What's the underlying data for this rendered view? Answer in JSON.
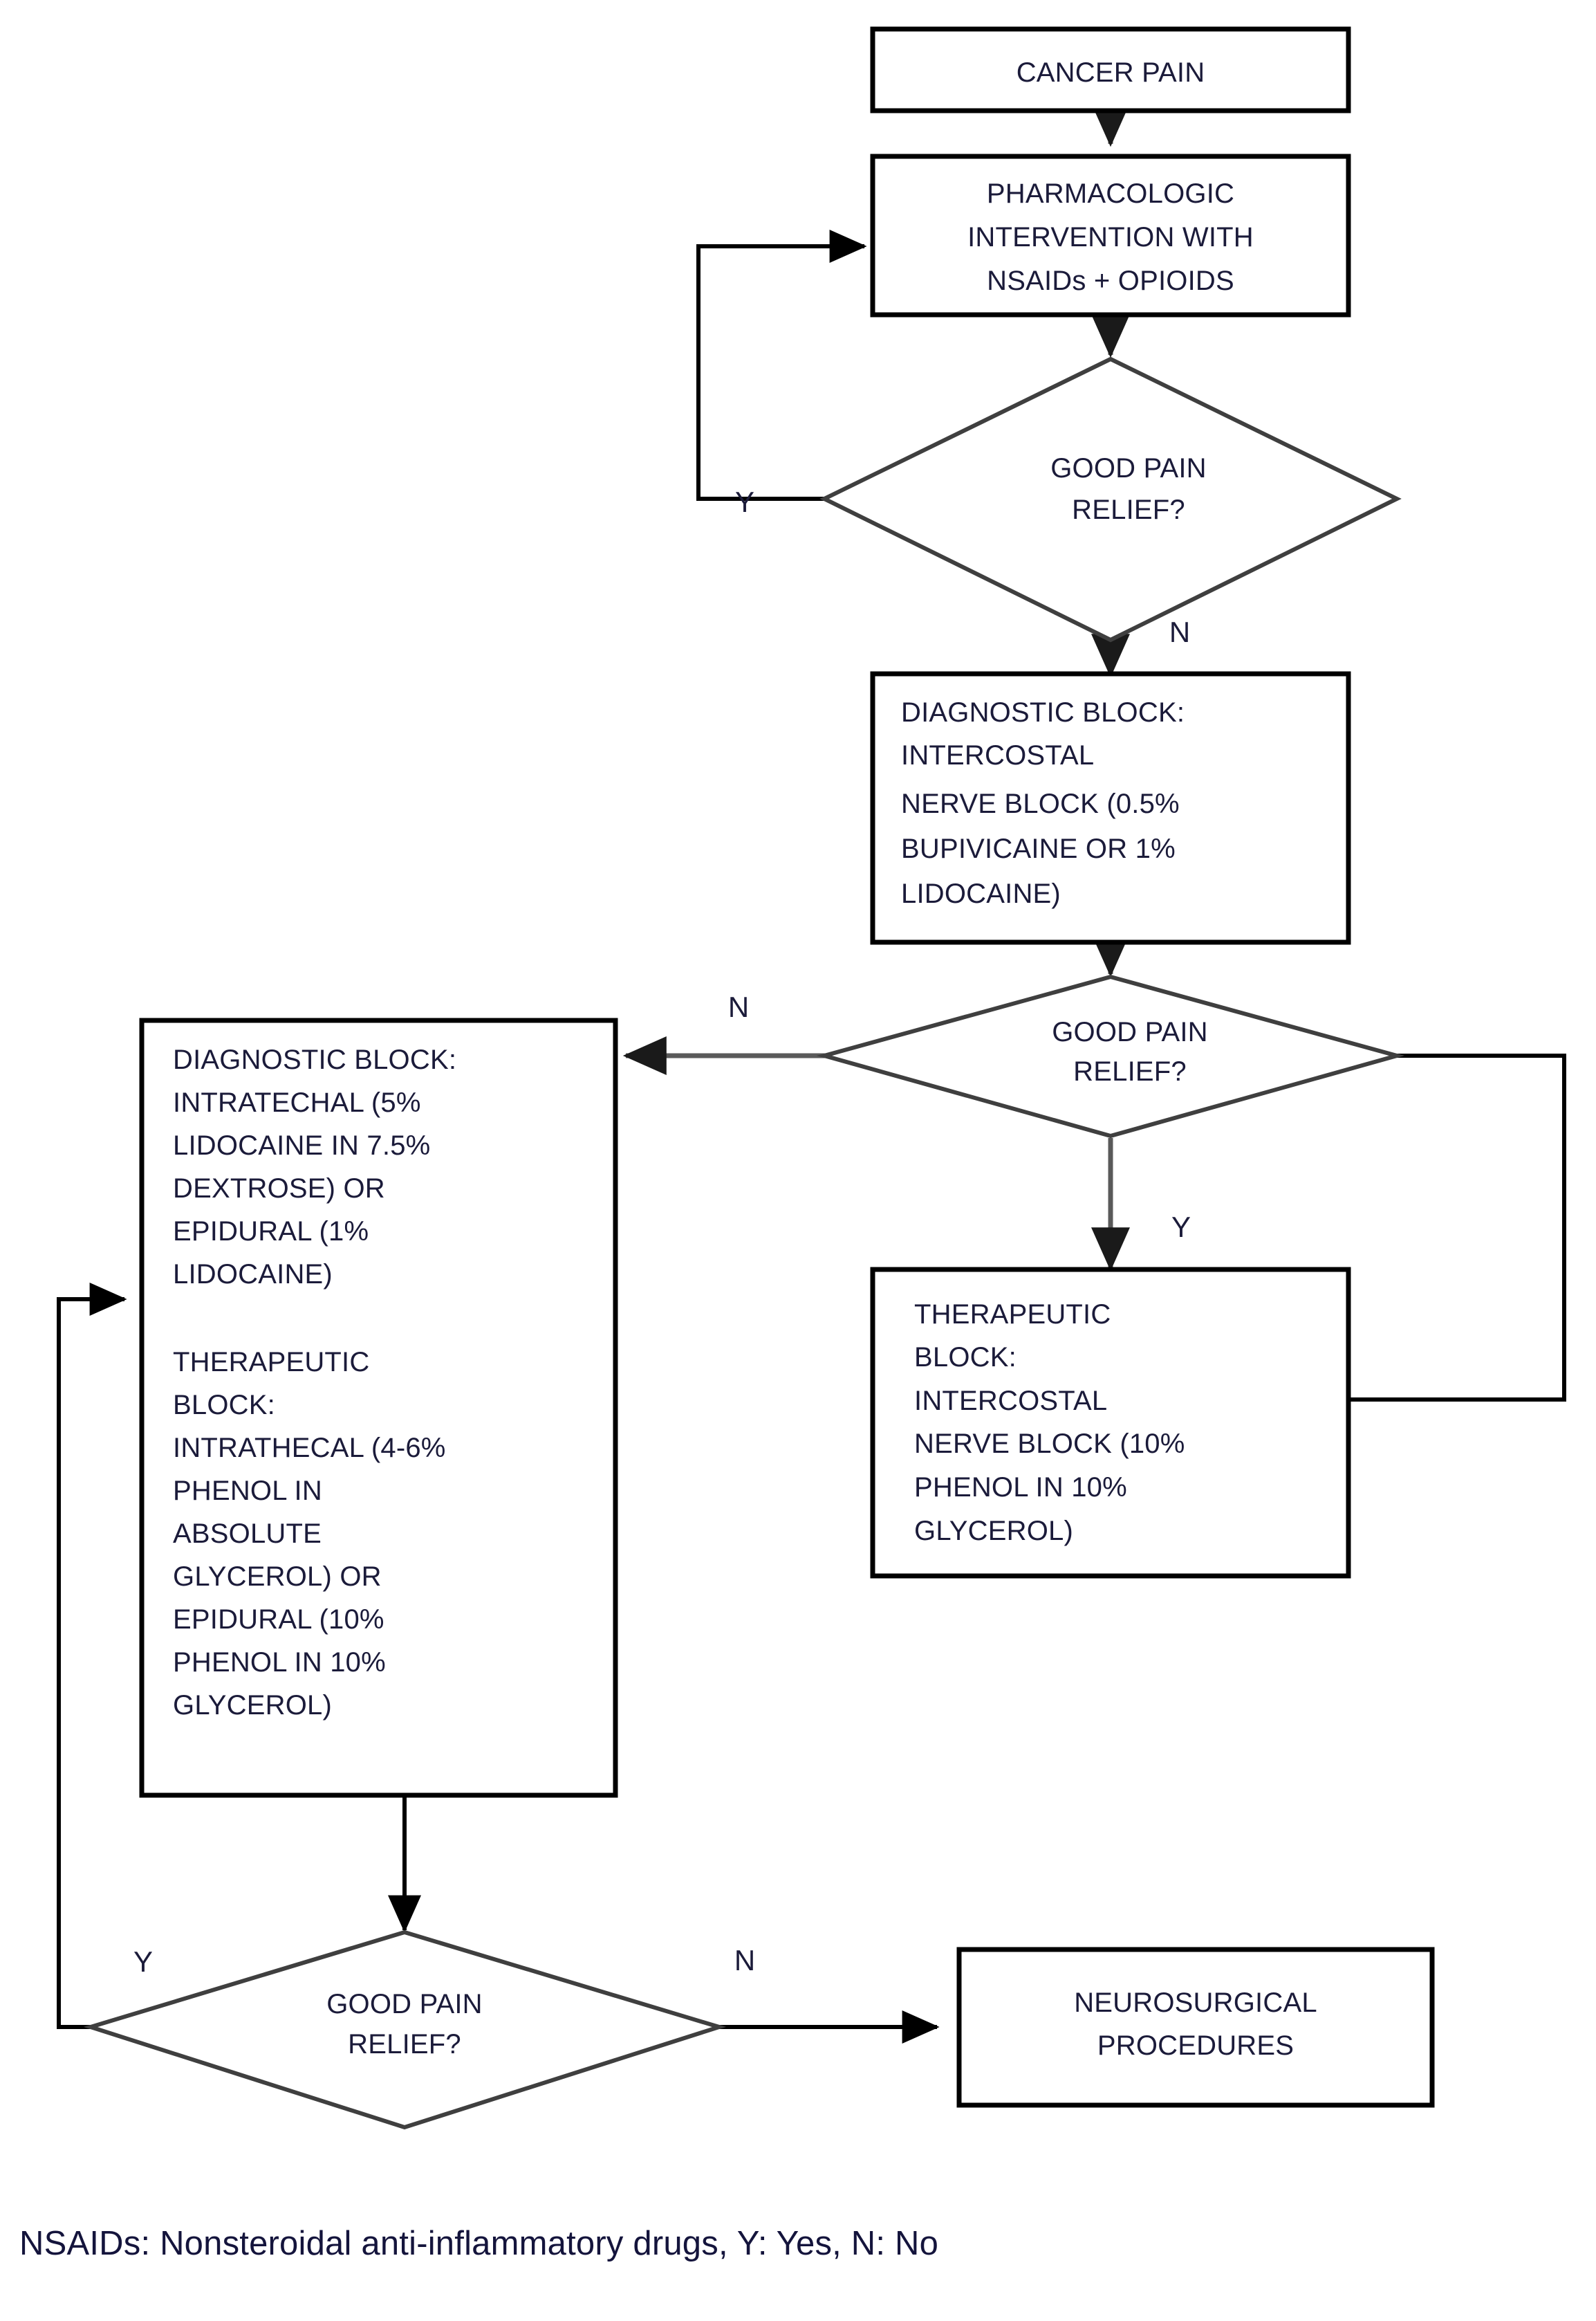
{
  "diagram": {
    "title": "Cancer pain management algorithm",
    "type": "flowchart",
    "colors": {
      "box_stroke": "#000000",
      "diamond_stroke": "#3f3f3f",
      "text": "#1b1b3a",
      "background": "#ffffff"
    },
    "nodes": {
      "cancer_pain": {
        "shape": "rect",
        "lines": [
          "CANCER PAIN"
        ]
      },
      "pharmacologic": {
        "shape": "rect",
        "lines": [
          "PHARMACOLOGIC",
          "INTERVENTION WITH",
          "NSAIDs + OPIOIDS"
        ]
      },
      "decision_1": {
        "shape": "diamond",
        "lines": [
          "GOOD PAIN",
          "RELIEF?"
        ]
      },
      "diagnostic_intercostal": {
        "shape": "rect",
        "lines": [
          "DIAGNOSTIC BLOCK:",
          "INTERCOSTAL",
          "NERVE BLOCK (0.5%",
          "BUPIVICAINE OR 1%",
          "LIDOCAINE)"
        ]
      },
      "decision_2": {
        "shape": "diamond",
        "lines": [
          "GOOD PAIN",
          "RELIEF?"
        ]
      },
      "therapeutic_intercostal": {
        "shape": "rect",
        "lines": [
          "THERAPEUTIC",
          "BLOCK:",
          "INTERCOSTAL",
          "NERVE BLOCK (10%",
          "PHENOL IN 10%",
          "GLYCEROL)"
        ]
      },
      "diagnostic_therapeutic_neuraxial": {
        "shape": "rect",
        "lines": [
          "DIAGNOSTIC BLOCK:",
          "INTRATECHAL (5%",
          "LIDOCAINE IN 7.5%",
          "DEXTROSE) OR",
          "EPIDURAL (1%",
          "LIDOCAINE)",
          "",
          "THERAPEUTIC",
          "BLOCK:",
          "INTRATHECAL (4-6%",
          "PHENOL IN",
          "ABSOLUTE",
          "GLYCEROL) OR",
          "EPIDURAL (10%",
          "PHENOL IN 10%",
          "GLYCEROL)"
        ]
      },
      "decision_3": {
        "shape": "diamond",
        "lines": [
          "GOOD PAIN",
          "RELIEF?"
        ]
      },
      "neurosurgical": {
        "shape": "rect",
        "lines": [
          "NEUROSURGICAL",
          "PROCEDURES"
        ]
      }
    },
    "edge_labels": {
      "d1_yes": "Y",
      "d1_no": "N",
      "d2_no": "N",
      "d2_yes": "Y",
      "d3_yes": "Y",
      "d3_no": "N"
    },
    "caption": "NSAIDs: Nonsteroidal anti-inflammatory drugs, Y: Yes, N: No"
  }
}
